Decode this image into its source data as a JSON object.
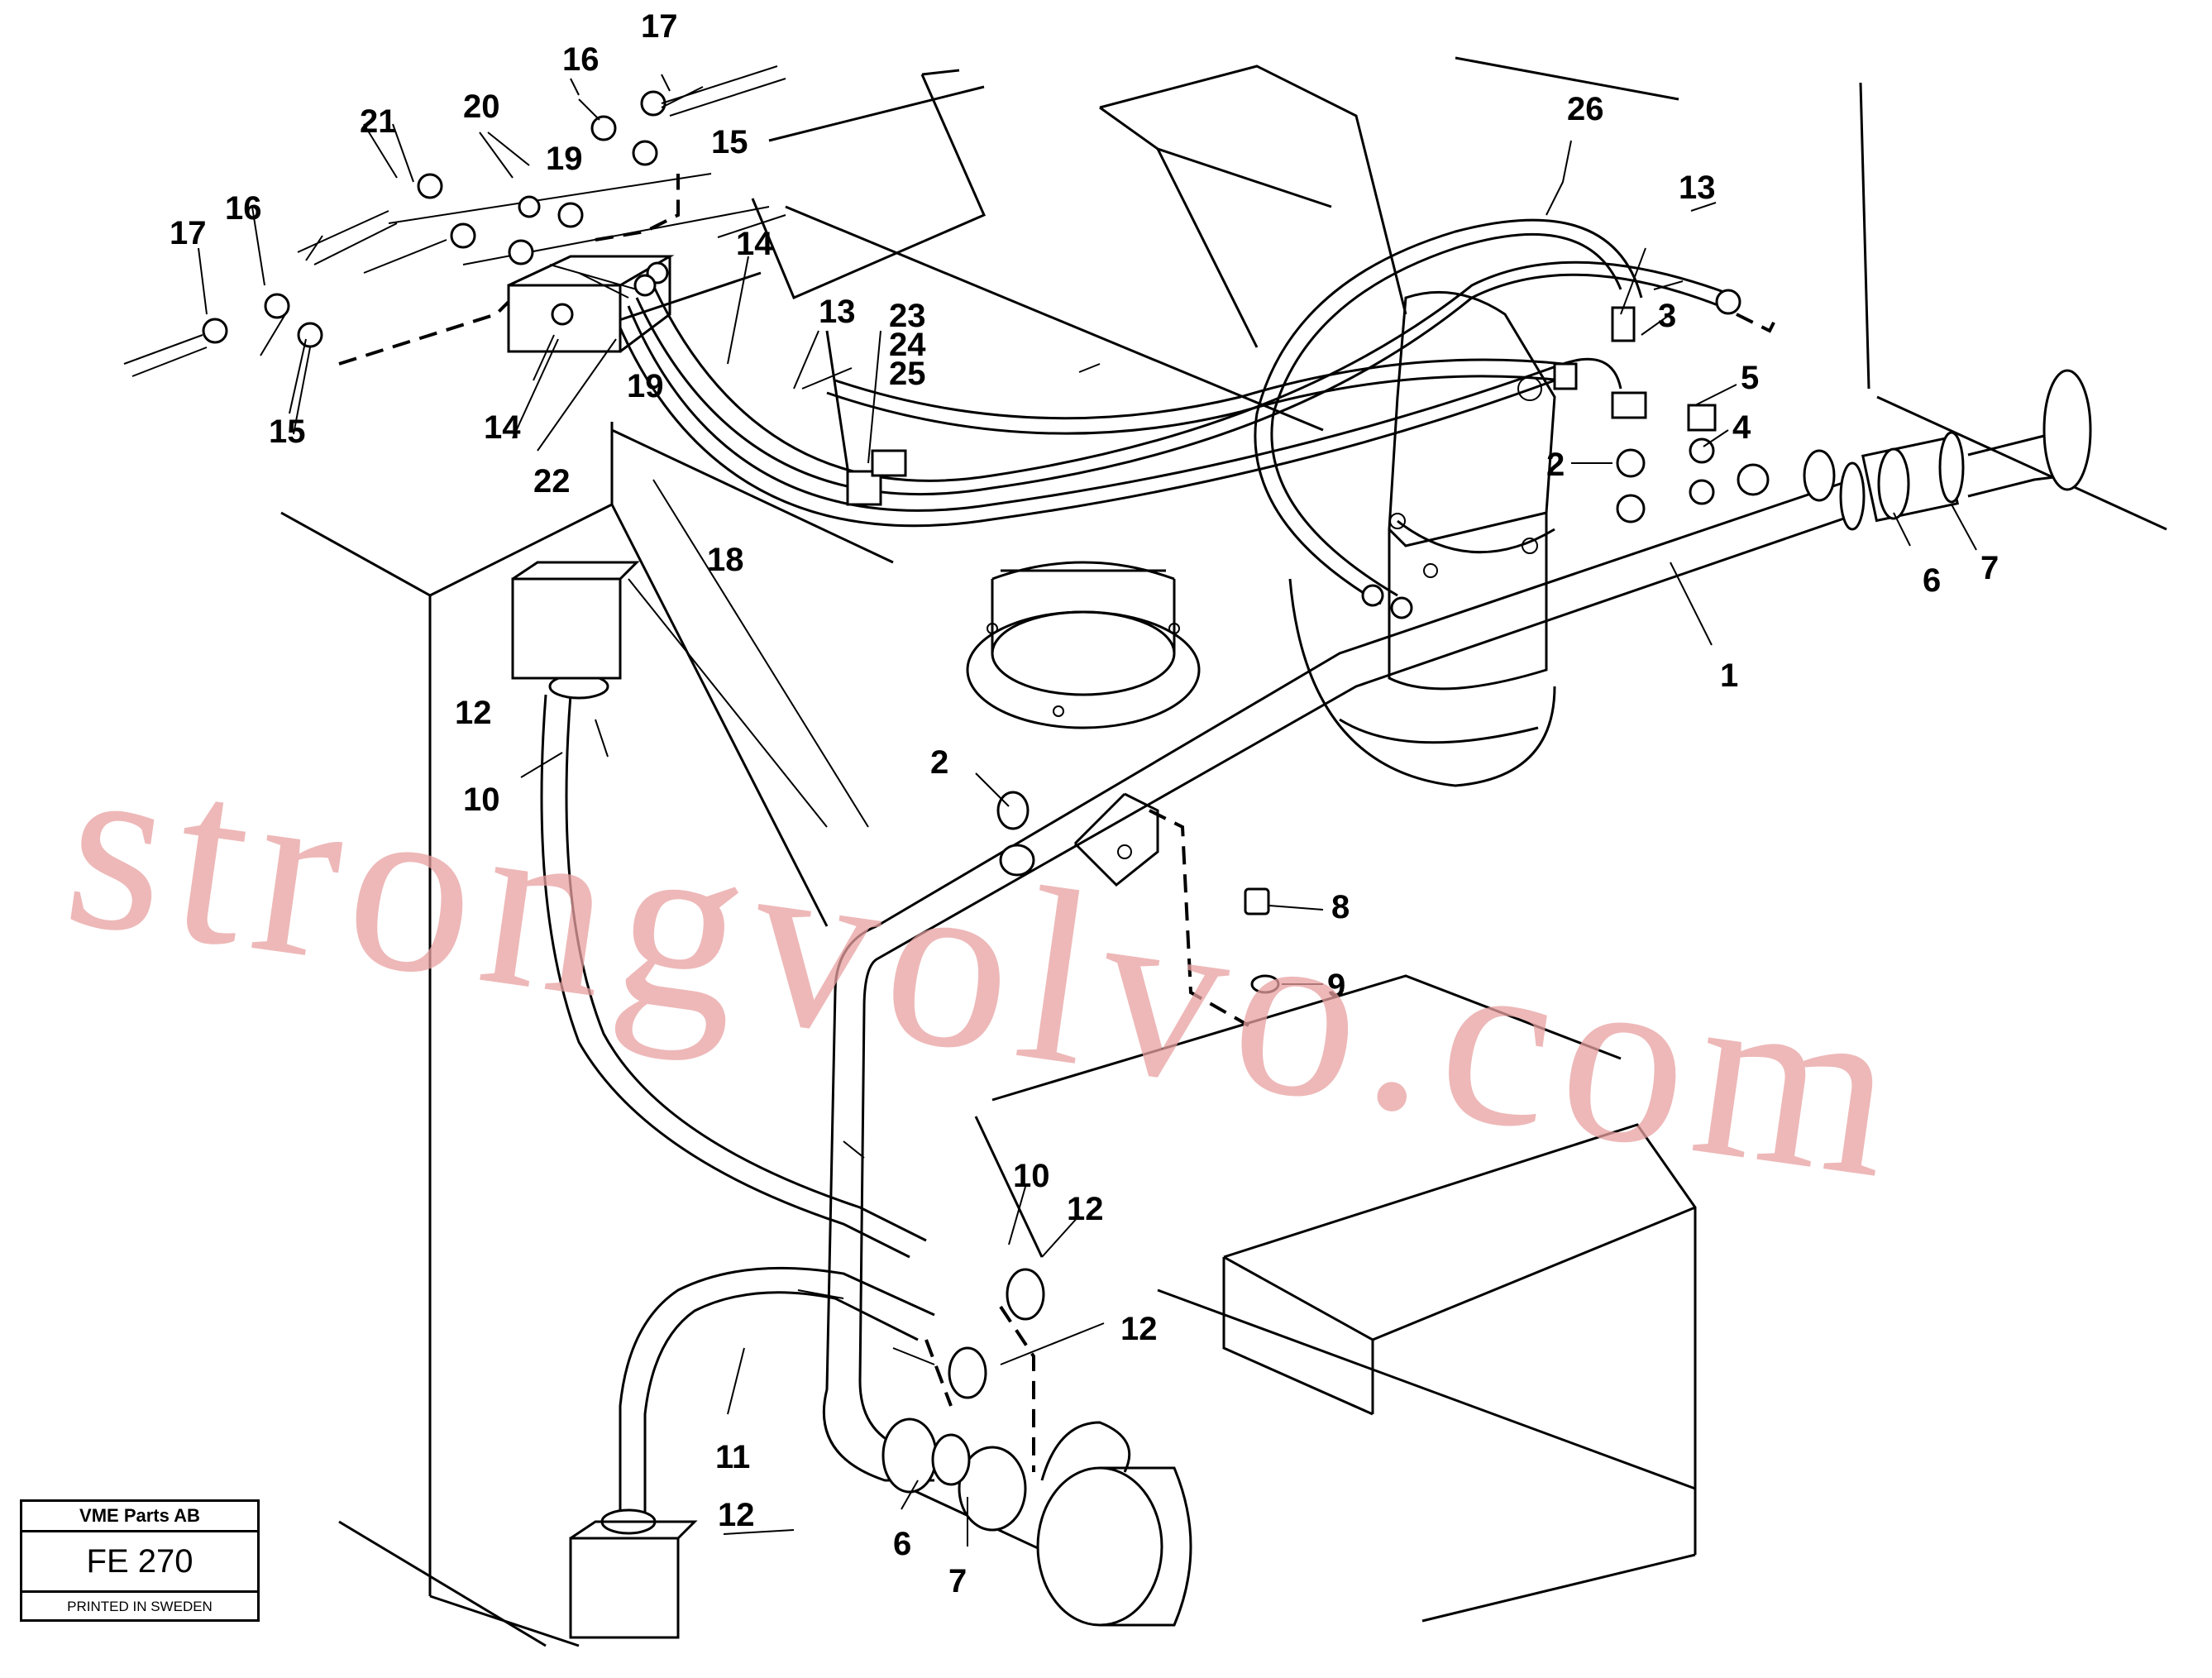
{
  "callouts": [
    "1",
    "2",
    "2",
    "3",
    "4",
    "5",
    "6",
    "6",
    "7",
    "7",
    "8",
    "9",
    "10",
    "10",
    "11",
    "12",
    "12",
    "12",
    "12",
    "13",
    "13",
    "14",
    "14",
    "15",
    "15",
    "16",
    "16",
    "17",
    "17",
    "18",
    "19",
    "19",
    "20",
    "21",
    "22",
    "23",
    "24",
    "25",
    "26"
  ],
  "watermark": "strongvolvo.com",
  "title_block": {
    "company": "VME Parts AB",
    "drawing_id": "FE 270",
    "printed": "PRINTED IN SWEDEN"
  },
  "colors": {
    "line": "#000000",
    "background": "#ffffff",
    "watermark": "#e8a0a0"
  }
}
